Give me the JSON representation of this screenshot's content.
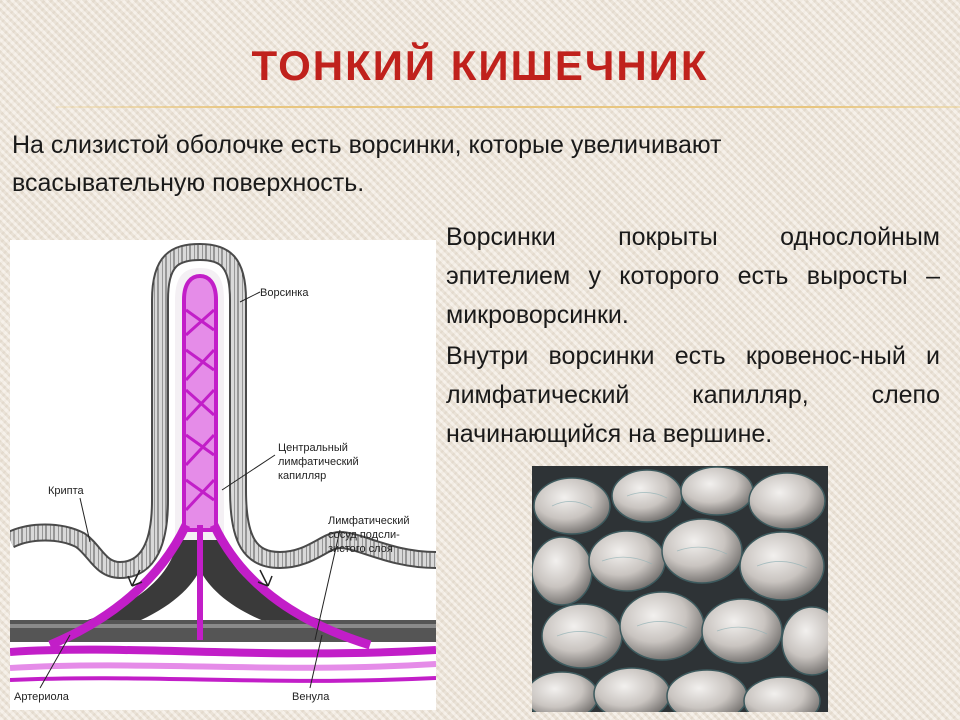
{
  "slide": {
    "title": "ТОНКИЙ КИШЕЧНИК",
    "intro": "На слизистой оболочке есть ворсинки, которые увеличивают всасывательную поверхность.",
    "paragraphs": [
      "Ворсинки покрыты однослойным эпителием у которого есть выросты – микроворсинки.",
      "Внутри ворсинки есть кровенос-ный и лимфатический капилляр, слепо начинающийся на вершине."
    ]
  },
  "diagram": {
    "labels": {
      "villus": "Ворсинка",
      "central_1": "Центральный",
      "central_2": "лимфатический",
      "central_3": "капилляр",
      "crypt": "Крипта",
      "vessel_1": "Лимфатический",
      "vessel_2": "сосуд подсли-",
      "vessel_3": "зистого слоя",
      "arteriole": "Артериола",
      "venule": "Венула"
    },
    "colors": {
      "capillary": "#c21ec8",
      "capillary_light": "#e58ce8",
      "vein": "#3a3a3a",
      "epithelium": "#8a8a8a"
    }
  },
  "photo": {
    "icon": "villi-micrograph-image"
  }
}
